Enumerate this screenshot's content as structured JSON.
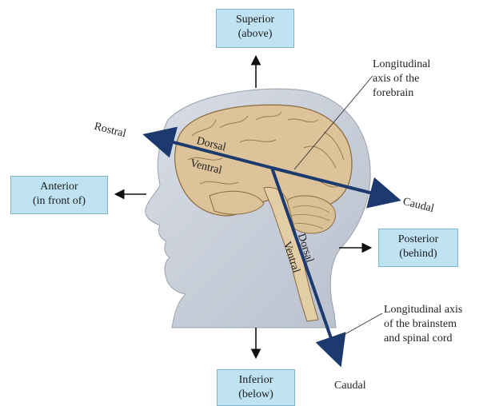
{
  "boxes": {
    "superior": {
      "line1": "Superior",
      "line2": "(above)"
    },
    "anterior": {
      "line1": "Anterior",
      "line2": "(in front of)"
    },
    "posterior": {
      "line1": "Posterior",
      "line2": "(behind)"
    },
    "inferior": {
      "line1": "Inferior",
      "line2": "(below)"
    }
  },
  "axis_labels": {
    "rostral": "Rostral",
    "caudal_forebrain": "Caudal",
    "caudal_brainstem": "Caudal",
    "dorsal_forebrain": "Dorsal",
    "ventral_forebrain": "Ventral",
    "dorsal_brainstem": "Dorsal",
    "ventral_brainstem": "Ventral"
  },
  "callouts": {
    "forebrain_axis": {
      "line1": "Longitudinal",
      "line2": "axis of the",
      "line3": "forebrain"
    },
    "brainstem_axis": {
      "line1": "Longitudinal axis",
      "line2": "of the brainstem",
      "line3": "and spinal cord"
    }
  },
  "colors": {
    "axis_arrow": "#1d3a6e",
    "box_fill": "#bfe3f2",
    "head_fill": "#c9cfd9",
    "brain_fill": "#dcc39a",
    "brain_outline": "#8c6a3f"
  }
}
